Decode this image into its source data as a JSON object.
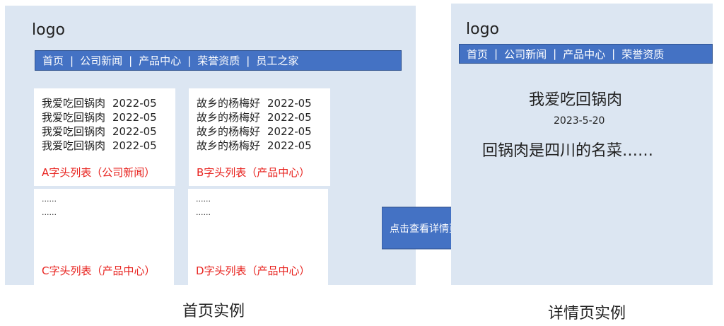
{
  "home_page": {
    "logo": "logo",
    "nav": [
      "首页",
      "公司新闻",
      "产品中心",
      "荣誉资质",
      "员工之家"
    ],
    "nav_separator": "|",
    "card_a": {
      "items": [
        {
          "title": "我爱吃回锅肉",
          "date": "2022-05"
        },
        {
          "title": "我爱吃回锅肉",
          "date": "2022-05"
        },
        {
          "title": "我爱吃回锅肉",
          "date": "2022-05"
        },
        {
          "title": "我爱吃回锅肉",
          "date": "2022-05"
        }
      ],
      "caption": "A字头列表（公司新闻）"
    },
    "card_b": {
      "items": [
        {
          "title": "故乡的杨梅好",
          "date": "2022-05"
        },
        {
          "title": "故乡的杨梅好",
          "date": "2022-05"
        },
        {
          "title": "故乡的杨梅好",
          "date": "2022-05"
        },
        {
          "title": "故乡的杨梅好",
          "date": "2022-05"
        }
      ],
      "caption": "B字头列表（产品中心）"
    },
    "card_c": {
      "dots": [
        "......",
        "......"
      ],
      "caption": "C字头列表（产品中心）"
    },
    "card_d": {
      "dots": [
        "......",
        "......"
      ],
      "caption": "D字头列表（产品中心）"
    },
    "caption": "首页实例"
  },
  "arrow": {
    "label": "点击查看详情页",
    "color": "#4472c4"
  },
  "detail_page": {
    "logo": "logo",
    "nav": [
      "首页",
      "公司新闻",
      "产品中心",
      "荣誉资质"
    ],
    "nav_separator": "|",
    "title": "我爱吃回锅肉",
    "date": "2023-5-20",
    "body": "回锅肉是四川的名菜……",
    "caption": "详情页实例"
  },
  "colors": {
    "panel_background": "#dce6f2",
    "nav_background": "#4472c4",
    "caption_red": "#e8231f"
  }
}
